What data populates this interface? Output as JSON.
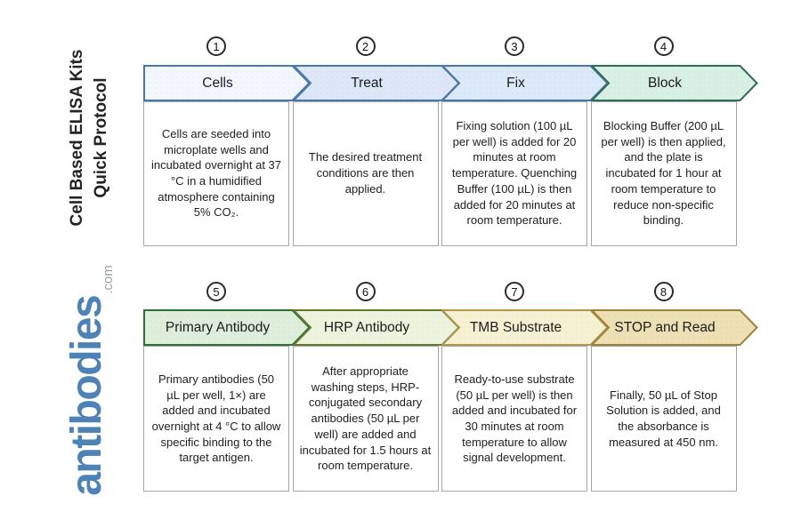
{
  "title": {
    "line1": "Cell Based ELISA Kits",
    "line2": "Quick Protocol"
  },
  "brand": {
    "name": "antibodies",
    "tld": ".com",
    "name_color": "#4c82b5",
    "tld_color": "#9aa0a6"
  },
  "steps": [
    {
      "number": "1",
      "label": "Cells",
      "description": "Cells are seeded into microplate wells and incubated overnight at 37 °C in a humidified atmosphere containing 5% CO₂.",
      "fill": "#f1f7fc",
      "stroke": "#4777ab"
    },
    {
      "number": "2",
      "label": "Treat",
      "description": "The desired treatment conditions are then applied.",
      "fill": "#dde7f8",
      "stroke": "#4777ab"
    },
    {
      "number": "3",
      "label": "Fix",
      "description": "Fixing solution (100 µL per well) is added for 20 minutes at room temperature. Quenching Buffer (100 µL) is then added for 20 minutes at room temperature.",
      "fill": "#dbe9f8",
      "stroke": "#4777ab"
    },
    {
      "number": "4",
      "label": "Block",
      "description": "Blocking Buffer (200 µL per well) is then applied, and the plate is incubated for 1 hour at room temperature to reduce non-specific binding.",
      "fill": "#d8efe3",
      "stroke": "#2f6b58"
    },
    {
      "number": "5",
      "label": "Primary Antibody",
      "description": "Primary antibodies (50 µL per well, 1×) are added and incubated overnight at 4 °C to allow specific binding to the target antigen.",
      "fill": "#deeeda",
      "stroke": "#2e6f33"
    },
    {
      "number": "6",
      "label": "HRP Antibody",
      "description": "After appropriate washing steps, HRP-conjugated secondary antibodies (50 µL per well) are added and incubated for 1.5 hours at room temperature.",
      "fill": "#edf4dd",
      "stroke": "#5f7a2e"
    },
    {
      "number": "7",
      "label": "TMB Substrate",
      "description": "Ready-to-use substrate (50 µL per well) is then added and incubated for 30 minutes at room temperature to allow signal development.",
      "fill": "#f7f1d4",
      "stroke": "#b1974a"
    },
    {
      "number": "8",
      "label": "STOP and Read",
      "description": "Finally, 50 µL of Stop Solution is added, and the absorbance is measured at 450 nm.",
      "fill": "#ece0b4",
      "stroke": "#9d823d"
    }
  ]
}
